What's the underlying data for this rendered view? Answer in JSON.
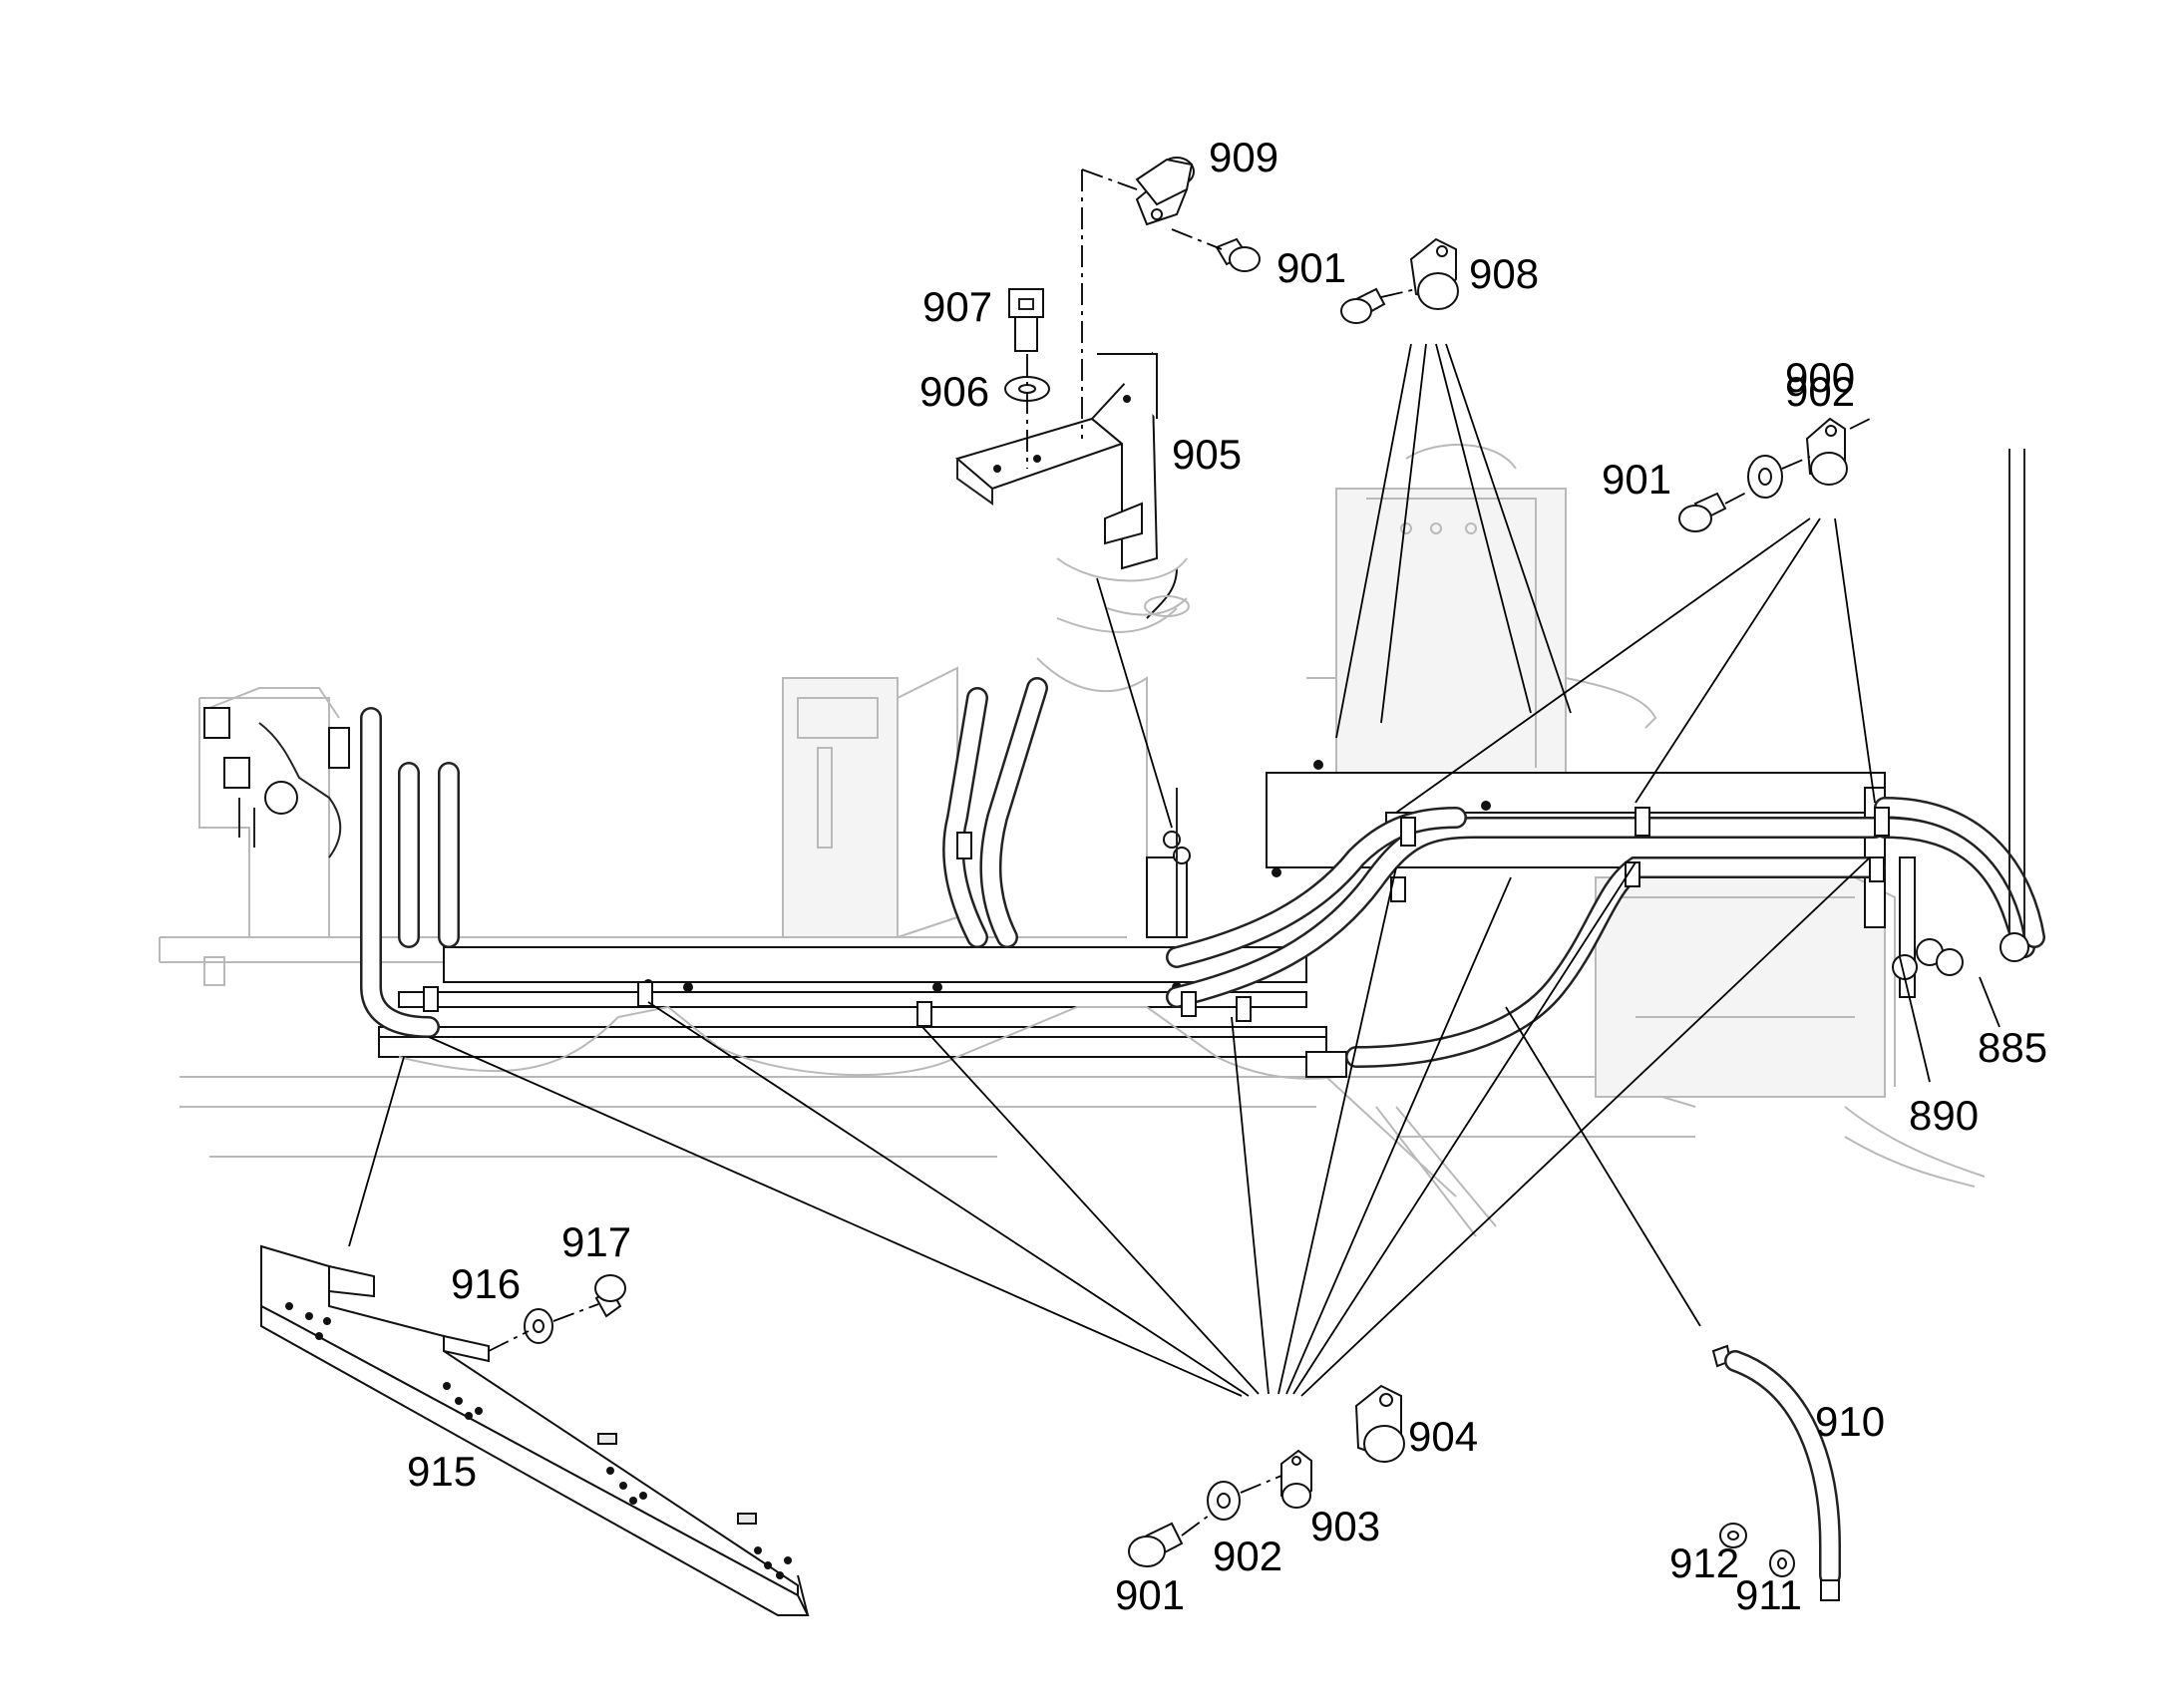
{
  "callouts": {
    "c885": "885",
    "c890": "890",
    "c900": "900",
    "c901a": "901",
    "c901b": "901",
    "c901c": "901",
    "c902a": "902",
    "c902b": "902",
    "c903": "903",
    "c904": "904",
    "c905": "905",
    "c906": "906",
    "c907": "907",
    "c908": "908",
    "c909": "909",
    "c910": "910",
    "c911": "911",
    "c912": "912",
    "c915": "915",
    "c916": "916",
    "c917": "917"
  }
}
